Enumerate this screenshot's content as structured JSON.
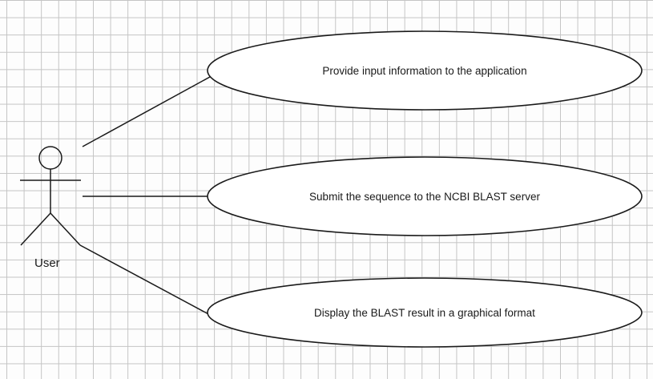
{
  "actor": {
    "label": "User"
  },
  "use_cases": [
    {
      "label": "Provide input information to the application"
    },
    {
      "label": "Submit the sequence to the NCBI BLAST server"
    },
    {
      "label": "Display the BLAST result in a graphical format"
    }
  ],
  "colors": {
    "stroke": "#1a1a1a",
    "grid": "#c4c4c4",
    "ellipse_fill": "#ffffff"
  }
}
